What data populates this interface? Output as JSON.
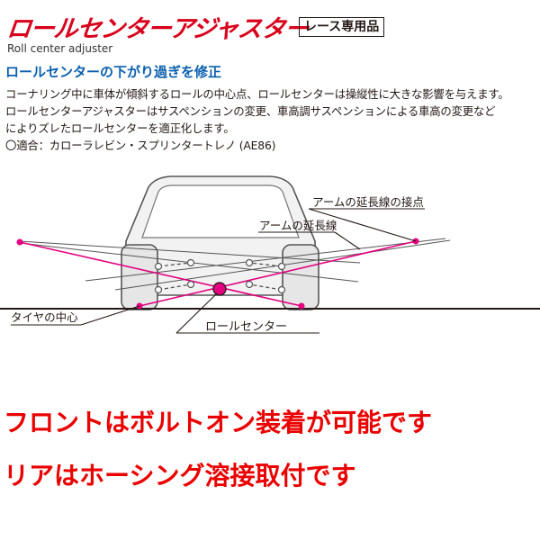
{
  "header": {
    "title": "ロールセンターアジャスター",
    "badge": "レース専用品",
    "subtitle": "Roll center adjuster"
  },
  "description": {
    "heading": "ロールセンターの下がり過ぎを修正",
    "lines": [
      "コーナリング中に車体が傾斜するロールの中心点、ロールセンターは操縦性に大きな影響を与えます。",
      "ロールセンターアジャスターはサスペンションの変更、車高調サスペンションによる車高の変更など",
      "によりズレたロールセンターを適正化します。",
      "〇適合：カローラレビン・スプリンタートレノ (AE86)"
    ]
  },
  "diagram": {
    "labels": {
      "arm_extension_contact": "アームの延長線の接点",
      "arm_extension": "アームの延長線",
      "tire_center": "タイヤの中心",
      "roll_center": "ロールセンター"
    },
    "colors": {
      "construction_line": "#e4007f",
      "outline": "#555555",
      "body_fill": "#f2f2f2"
    }
  },
  "notes": {
    "line1": "フロントはボルトオン装着が可能です",
    "line2": "リアはホーシング溶接取付です"
  }
}
